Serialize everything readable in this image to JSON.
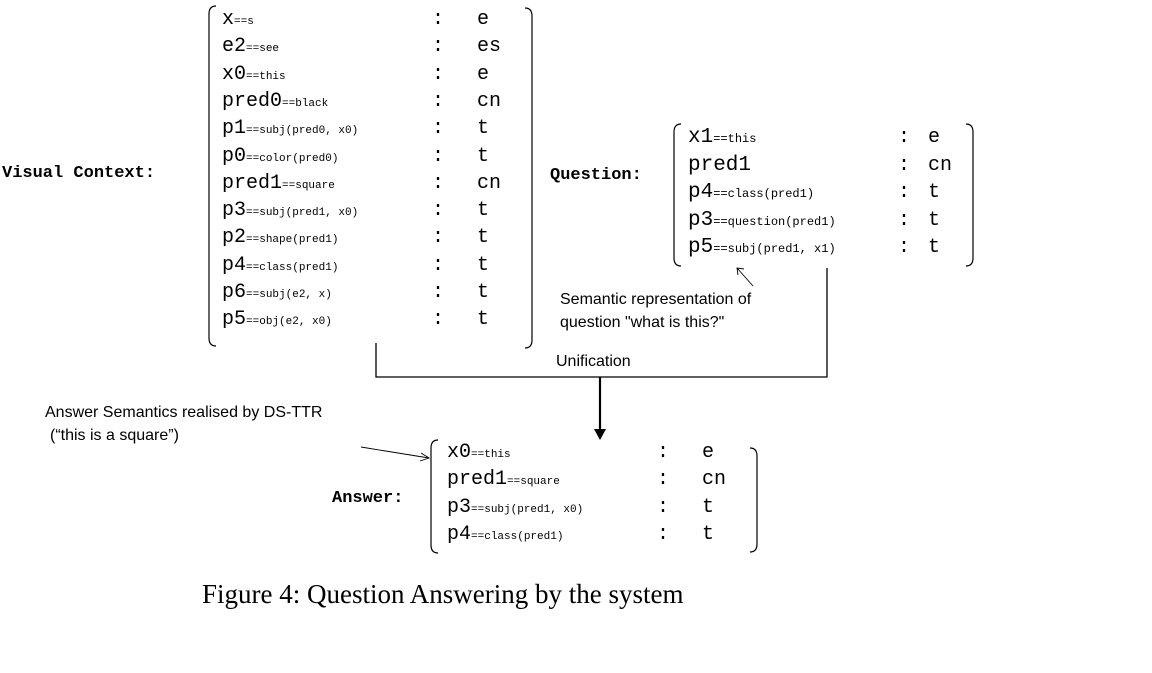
{
  "labels": {
    "visual_context": "Visual Context:",
    "question": "Question:",
    "answer": "Answer:"
  },
  "annotations": {
    "question_semantics": [
      "Semantic representation of",
      "question \"what is this?\""
    ],
    "unification": "Unification",
    "answer_semantics": [
      "Answer Semantics realised by DS-TTR",
      "(“this is a square”)"
    ]
  },
  "caption": "Figure 4: Question Answering by the system",
  "visual_context_fields": [
    {
      "var": "x",
      "def": "==s",
      "type": "e"
    },
    {
      "var": "e2",
      "def": "==see",
      "type": "es"
    },
    {
      "var": "x0",
      "def": "==this",
      "type": "e"
    },
    {
      "var": "pred0",
      "def": "==black",
      "type": "cn"
    },
    {
      "var": "p1",
      "def": "==subj(pred0, x0)",
      "type": "t"
    },
    {
      "var": "p0",
      "def": "==color(pred0)",
      "type": "t"
    },
    {
      "var": "pred1",
      "def": "==square",
      "type": "cn"
    },
    {
      "var": "p3",
      "def": "==subj(pred1, x0)",
      "type": "t"
    },
    {
      "var": "p2",
      "def": "==shape(pred1)",
      "type": "t"
    },
    {
      "var": "p4",
      "def": "==class(pred1)",
      "type": "t"
    },
    {
      "var": "p6",
      "def": "==subj(e2, x)",
      "type": "t"
    },
    {
      "var": "p5",
      "def": "==obj(e2, x0)",
      "type": "t"
    }
  ],
  "question_fields": [
    {
      "var": "x1",
      "def": "==this",
      "type": "e"
    },
    {
      "var": "pred1",
      "def": "",
      "type": "cn"
    },
    {
      "var": "p4",
      "def": "==class(pred1)",
      "type": "t"
    },
    {
      "var": "p3",
      "def": "==question(pred1)",
      "type": "t"
    },
    {
      "var": "p5",
      "def": "==subj(pred1, x1)",
      "type": "t"
    }
  ],
  "answer_fields": [
    {
      "var": "x0",
      "def": "==this",
      "type": "e"
    },
    {
      "var": "pred1",
      "def": "==square",
      "type": "cn"
    },
    {
      "var": "p3",
      "def": "==subj(pred1, x0)",
      "type": "t"
    },
    {
      "var": "p4",
      "def": "==class(pred1)",
      "type": "t"
    }
  ],
  "colors": {
    "ink": "#000000",
    "background": "#ffffff"
  }
}
